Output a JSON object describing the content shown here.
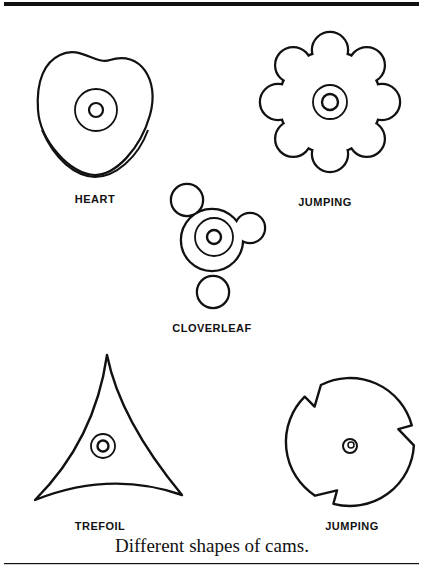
{
  "diagram": {
    "caption": "Different shapes of cams.",
    "labels": [
      "HEART",
      "JUMPING",
      "CLOVERLEAF",
      "TREFOIL",
      "JUMPING"
    ]
  }
}
